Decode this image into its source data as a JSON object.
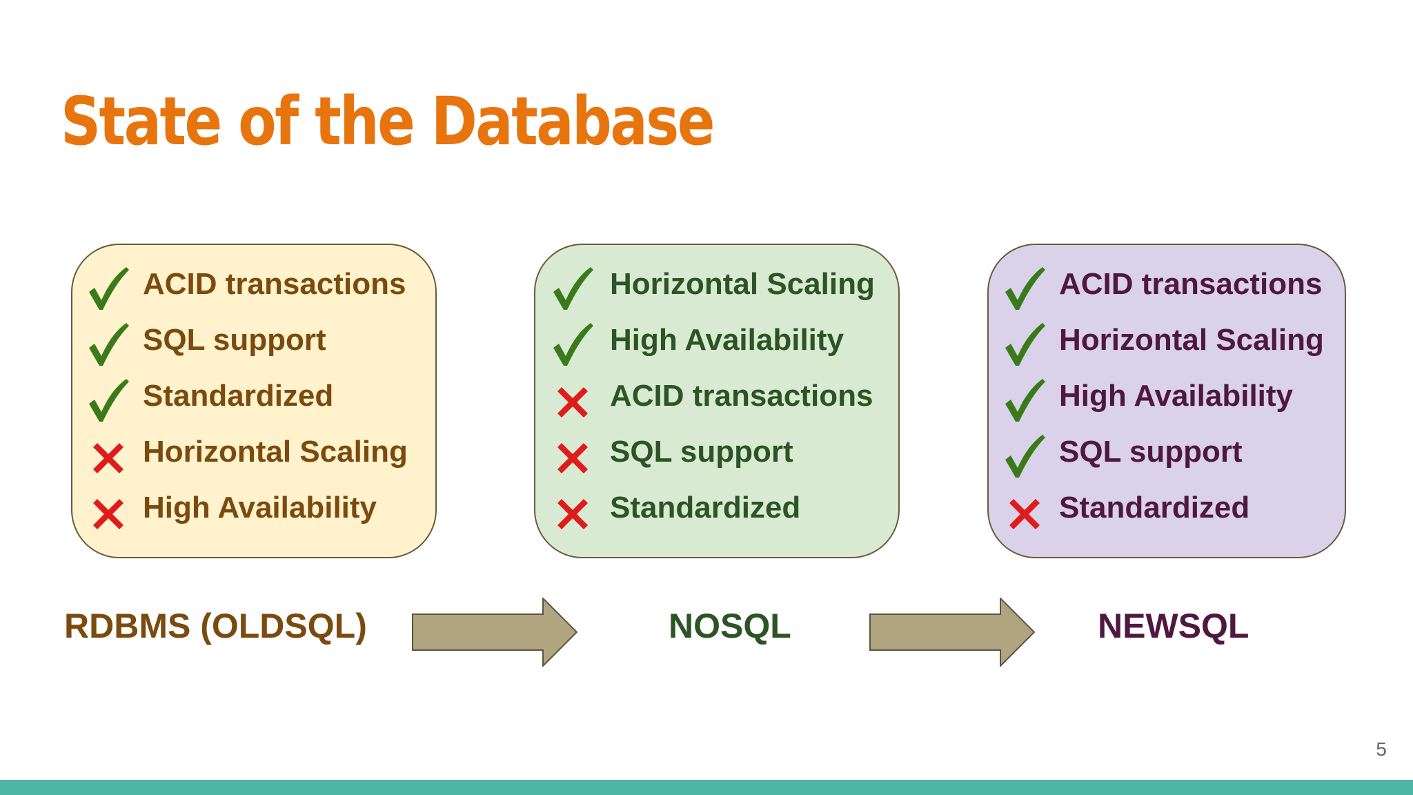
{
  "slide": {
    "title": "State of the Database",
    "page_number": "5",
    "colors": {
      "title": "#e8740e",
      "check": "#3a7a1a",
      "cross": "#e01b1b",
      "arrow_fill": "#b0a57f",
      "footer_bar": "#4fb5a5"
    }
  },
  "columns": [
    {
      "category": "RDBMS (OLDSQL)",
      "box_color": "#fff2cc",
      "text_color": "#7a4a0f",
      "items": [
        {
          "label": "ACID transactions",
          "status": "check"
        },
        {
          "label": "SQL support",
          "status": "check"
        },
        {
          "label": "Standardized",
          "status": "check"
        },
        {
          "label": "Horizontal Scaling",
          "status": "cross"
        },
        {
          "label": "High Availability",
          "status": "cross"
        }
      ]
    },
    {
      "category": "NOSQL",
      "box_color": "#d9ead3",
      "text_color": "#2c5424",
      "items": [
        {
          "label": "Horizontal Scaling",
          "status": "check"
        },
        {
          "label": "High Availability",
          "status": "check"
        },
        {
          "label": "ACID transactions",
          "status": "cross"
        },
        {
          "label": "SQL support",
          "status": "cross"
        },
        {
          "label": "Standardized",
          "status": "cross"
        }
      ]
    },
    {
      "category": "NEWSQL",
      "box_color": "#d9d2e9",
      "text_color": "#4f1840",
      "items": [
        {
          "label": "ACID transactions",
          "status": "check"
        },
        {
          "label": "Horizontal Scaling",
          "status": "check"
        },
        {
          "label": "High Availability",
          "status": "check"
        },
        {
          "label": "SQL support",
          "status": "check"
        },
        {
          "label": "Standardized",
          "status": "cross"
        }
      ]
    }
  ]
}
